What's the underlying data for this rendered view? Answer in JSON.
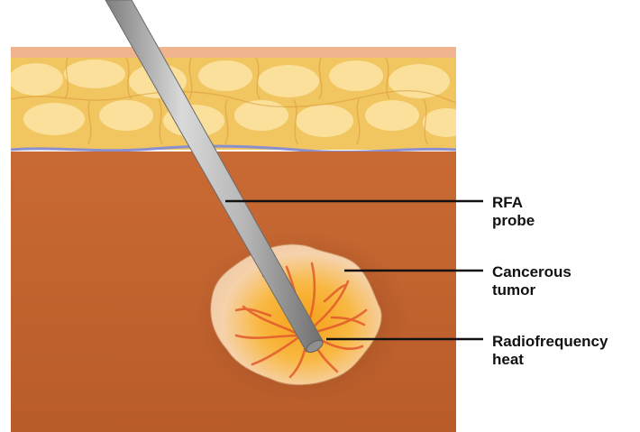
{
  "labels": {
    "rfa_probe": {
      "line1": "RFA",
      "line2": "probe"
    },
    "cancerous_tumor": {
      "line1": "Cancerous",
      "line2": "tumor"
    },
    "radiofrequency_heat": {
      "line1": "Radiofrequency",
      "line2": "heat"
    }
  },
  "colors": {
    "skin_top": "#f0b38f",
    "fat_base": "#f2c86a",
    "fat_highlight": "#fbe3a0",
    "membrane": "#8a8fd0",
    "muscle": "#c0652f",
    "tumor_outer": "#f3caa4",
    "tumor_core": "#f5a21c",
    "heat_lines": "#e0592e",
    "probe": "#a9a9a9",
    "leader_lines": "#111111"
  }
}
